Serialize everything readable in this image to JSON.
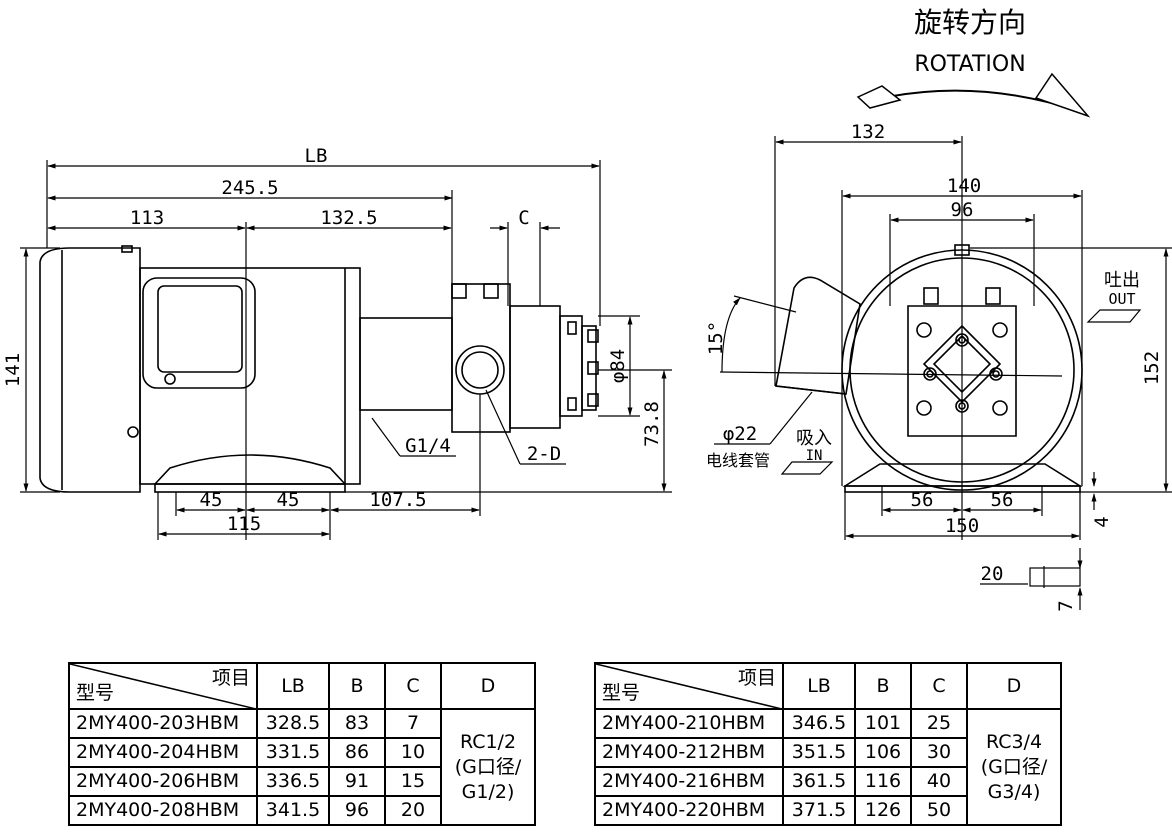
{
  "rotation": {
    "title_cn": "旋转方向",
    "title_en": "ROTATION"
  },
  "dimensions": {
    "front": {
      "LB": "LB",
      "total": "245.5",
      "d113": "113",
      "d132_5": "132.5",
      "C": "C",
      "h141": "141",
      "phi84": "φ84",
      "h73_8": "73.8",
      "G14": "G1/4",
      "D2": "2-D",
      "f45a": "45",
      "f45b": "45",
      "f107_5": "107.5",
      "f115": "115"
    },
    "side": {
      "d132": "132",
      "d140": "140",
      "d96": "96",
      "angle": "15°",
      "h152": "152",
      "out_cn": "吐出",
      "out_en": "OUT",
      "in_cn": "吸入",
      "in_en": "IN",
      "conduit_dia": "φ22",
      "conduit_cn": "电线套管",
      "d56a": "56",
      "d56b": "56",
      "d150": "150",
      "d4": "4",
      "d20": "20",
      "d7": "7"
    }
  },
  "table_left": {
    "header": {
      "item": "项目",
      "model": "型号",
      "cols": [
        "LB",
        "B",
        "C",
        "D"
      ]
    },
    "rows": [
      {
        "model": "2MY400-203HBM",
        "LB": "328.5",
        "B": "83",
        "C": "7"
      },
      {
        "model": "2MY400-204HBM",
        "LB": "331.5",
        "B": "86",
        "C": "10"
      },
      {
        "model": "2MY400-206HBM",
        "LB": "336.5",
        "B": "91",
        "C": "15"
      },
      {
        "model": "2MY400-208HBM",
        "LB": "341.5",
        "B": "96",
        "C": "20"
      }
    ],
    "D": [
      "RC1/2",
      "(G口径/",
      "G1/2)"
    ]
  },
  "table_right": {
    "header": {
      "item": "项目",
      "model": "型号",
      "cols": [
        "LB",
        "B",
        "C",
        "D"
      ]
    },
    "rows": [
      {
        "model": "2MY400-210HBM",
        "LB": "346.5",
        "B": "101",
        "C": "25"
      },
      {
        "model": "2MY400-212HBM",
        "LB": "351.5",
        "B": "106",
        "C": "30"
      },
      {
        "model": "2MY400-216HBM",
        "LB": "361.5",
        "B": "116",
        "C": "40"
      },
      {
        "model": "2MY400-220HBM",
        "LB": "371.5",
        "B": "126",
        "C": "50"
      }
    ],
    "D": [
      "RC3/4",
      "(G口径/",
      "G3/4)"
    ]
  }
}
